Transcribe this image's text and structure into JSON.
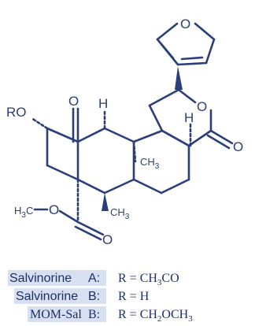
{
  "molecule": {
    "atoms": {
      "furan_o": "O",
      "ring_o": "O",
      "carbonyl_o_top": "O",
      "lactone_o": "O",
      "ester_o_single": "O",
      "ester_o_double": "O",
      "ro_label": "RO",
      "h_left": "H",
      "h_right": "H",
      "ch3_upper": "CH",
      "ch3_upper_sub": "3",
      "ch3_lower": "CH",
      "ch3_lower_sub": "3",
      "h3c": "H",
      "h3c_sub": "3",
      "h3c_c": "C"
    }
  },
  "legend": {
    "rows": [
      {
        "name": "Salvinorine",
        "label": "A:",
        "eq": "R = CH",
        "sub": "3",
        "tail": "CO"
      },
      {
        "name": "Salvinorine",
        "label": "B:",
        "eq": "R = H",
        "sub": "",
        "tail": ""
      },
      {
        "name": "MOM-Sal",
        "label": "B:",
        "eq": "R = CH",
        "sub": "2",
        "tail": "OCH",
        "sub2": "3"
      }
    ]
  },
  "colors": {
    "ink": "#2a3f7a",
    "highlight": "#d7e0f0"
  }
}
